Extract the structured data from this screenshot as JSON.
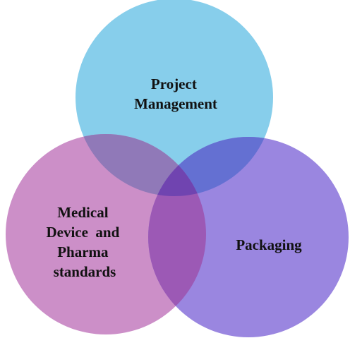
{
  "diagram": {
    "type": "venn",
    "sets": [
      {
        "id": "project-management",
        "label_lines": [
          "Project",
          "Management"
        ],
        "color": "#87CEEB"
      },
      {
        "id": "medical-device-pharma",
        "label_lines": [
          "Medical",
          "Device  and",
          "Pharma",
          "standards"
        ],
        "color": "#CC8FC8"
      },
      {
        "id": "packaging",
        "label_lines": [
          "Packaging"
        ],
        "color": "#9A86E0"
      }
    ],
    "overlap_colors": {
      "project-medical": "#9079B8",
      "project-packaging": "#6470D2",
      "medical-packaging": "#9C59B5",
      "all": "#7044B0"
    }
  }
}
